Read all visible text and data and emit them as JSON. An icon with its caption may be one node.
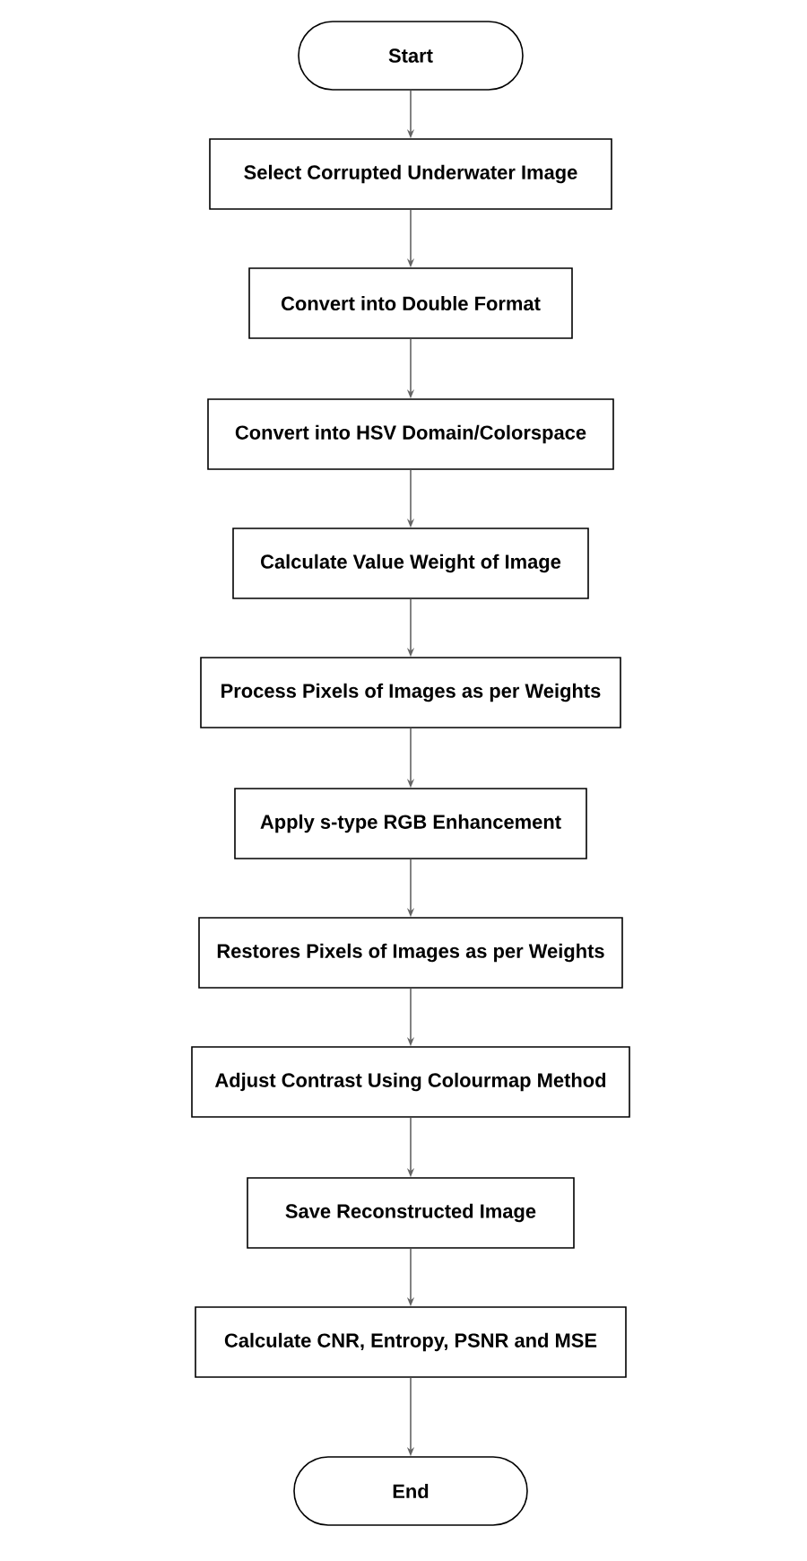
{
  "diagram": {
    "nodes": [
      {
        "text": [
          "Start"
        ]
      },
      {
        "text": [
          "Select Corrupted Underwater Image"
        ]
      },
      {
        "text": [
          "Convert into Double Format"
        ]
      },
      {
        "text": [
          "Convert into HSV Domain/Colorspace"
        ]
      },
      {
        "text": [
          "Calculate Value Weight of Image"
        ]
      },
      {
        "text": [
          "Process Pixels of Images as per Weights"
        ]
      },
      {
        "text": [
          "Apply s-type RGB Enhancement"
        ]
      },
      {
        "text": [
          "Restores Pixels of Images as per Weights"
        ]
      },
      {
        "text": [
          "Adjust Contrast Using Colourmap Method"
        ]
      },
      {
        "text": [
          "Save Reconstructed Image"
        ]
      },
      {
        "text": [
          "Calculate CNR, Entropy, PSNR and MSE"
        ]
      },
      {
        "text": [
          "End"
        ]
      }
    ],
    "edges": [
      {
        "from": 0,
        "to": 1,
        "arrow": "to"
      },
      {
        "from": 1,
        "to": 2,
        "arrow": "to"
      },
      {
        "from": 2,
        "to": 3,
        "arrow": "to"
      },
      {
        "from": 3,
        "to": 4,
        "arrow": "to"
      },
      {
        "from": 4,
        "to": 5,
        "arrow": "to"
      },
      {
        "from": 5,
        "to": 6,
        "arrow": "to"
      },
      {
        "from": 6,
        "to": 7,
        "arrow": "to"
      },
      {
        "from": 7,
        "to": 8,
        "arrow": "to"
      },
      {
        "from": 8,
        "to": 9,
        "arrow": "to"
      },
      {
        "from": 9,
        "to": 10,
        "arrow": "to"
      },
      {
        "from": 10,
        "to": 11,
        "arrow": "to"
      }
    ]
  }
}
